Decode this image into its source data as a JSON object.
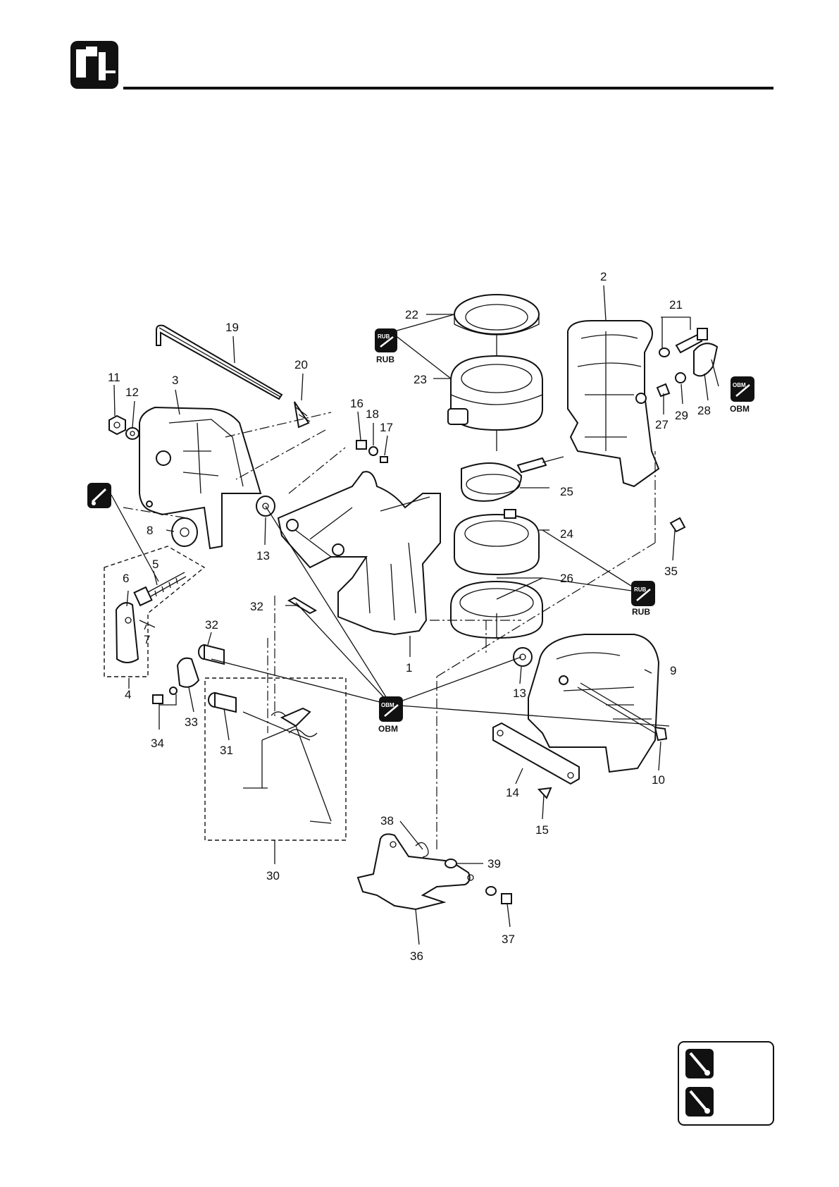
{
  "part_labels": {
    "l1": "1",
    "l2": "2",
    "l3": "3",
    "l4": "4",
    "l5": "5",
    "l6": "6",
    "l7": "7",
    "l8": "8",
    "l9": "9",
    "l10": "10",
    "l11": "11",
    "l12": "12",
    "l13a": "13",
    "l13b": "13",
    "l14": "14",
    "l15": "15",
    "l16": "16",
    "l17": "17",
    "l18": "18",
    "l19": "19",
    "l20": "20",
    "l21": "21",
    "l22": "22",
    "l23": "23",
    "l24": "24",
    "l25": "25",
    "l26": "26",
    "l27": "27",
    "l28": "28",
    "l29": "29",
    "l30": "30",
    "l31": "31",
    "l32a": "32",
    "l32b": "32",
    "l33": "33",
    "l34": "34",
    "l35": "35",
    "l36": "36",
    "l37": "37",
    "l38": "38",
    "l39": "39"
  },
  "badges": {
    "rub_top": "RUB",
    "rub_bottom": "RUB",
    "obm_right": "OBM",
    "obm_center": "OBM"
  },
  "colors": {
    "ink": "#111111",
    "paper": "#ffffff"
  },
  "icons": {
    "header": "disassembly-tool-icon",
    "grease": "grease-gun-icon",
    "legend": "grease-gun-icon"
  }
}
